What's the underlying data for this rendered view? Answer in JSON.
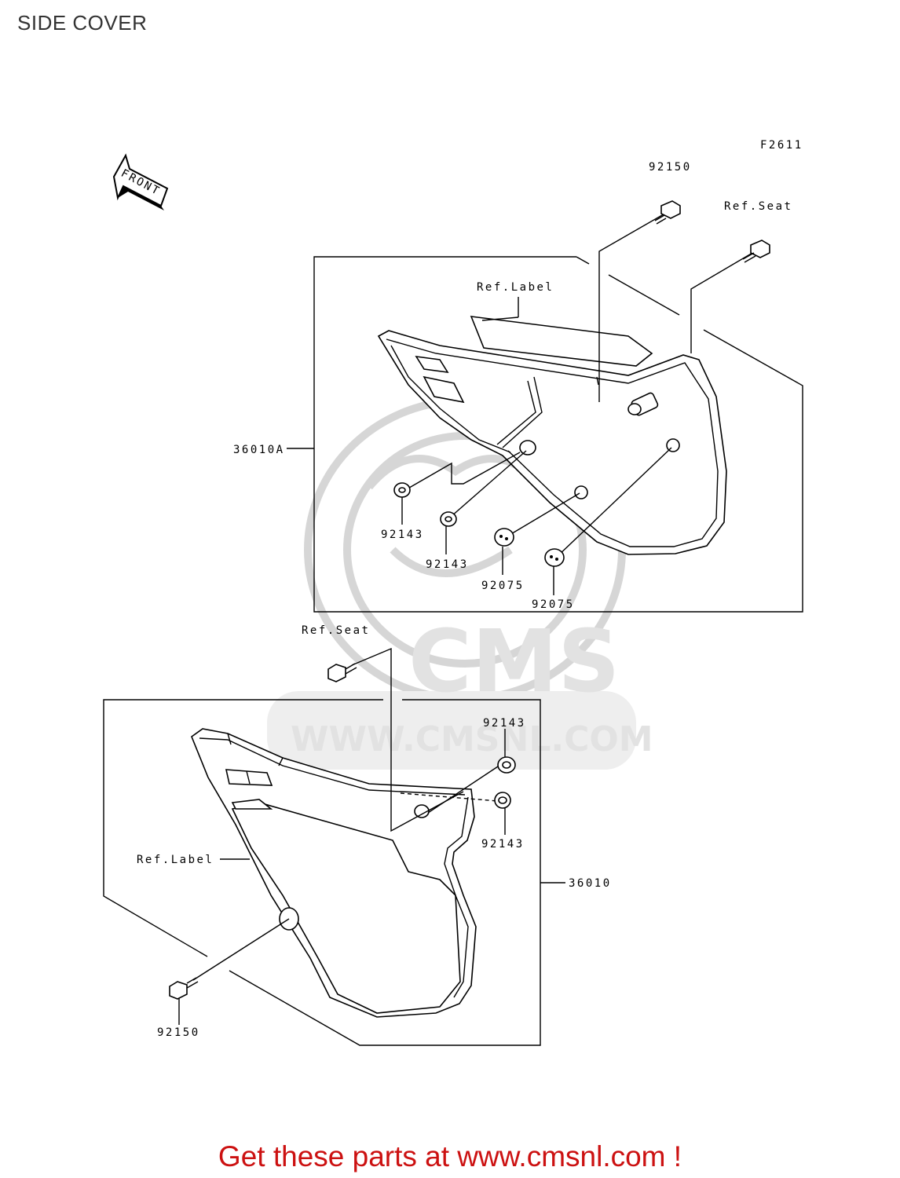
{
  "page": {
    "title": "SIDE COVER",
    "promo": "Get these parts at www.cmsnl.com !"
  },
  "diagram": {
    "figure_code": "F2611",
    "front_arrow": "FRONT",
    "watermark": {
      "brand": "CMS",
      "url": "WWW.CMSNL.COM"
    },
    "callouts": {
      "top_bolt": "92150",
      "top_ref_seat": "Ref.Seat",
      "top_ref_label": "Ref.Label",
      "upper_assembly": "36010A",
      "grommet_a": "92143",
      "grommet_b": "92143",
      "damper_a": "92075",
      "damper_b": "92075",
      "lower_ref_seat": "Ref.Seat",
      "lower_grommet_a": "92143",
      "lower_grommet_b": "92143",
      "lower_ref_label": "Ref.Label",
      "lower_assembly": "36010",
      "lower_bolt": "92150"
    }
  }
}
